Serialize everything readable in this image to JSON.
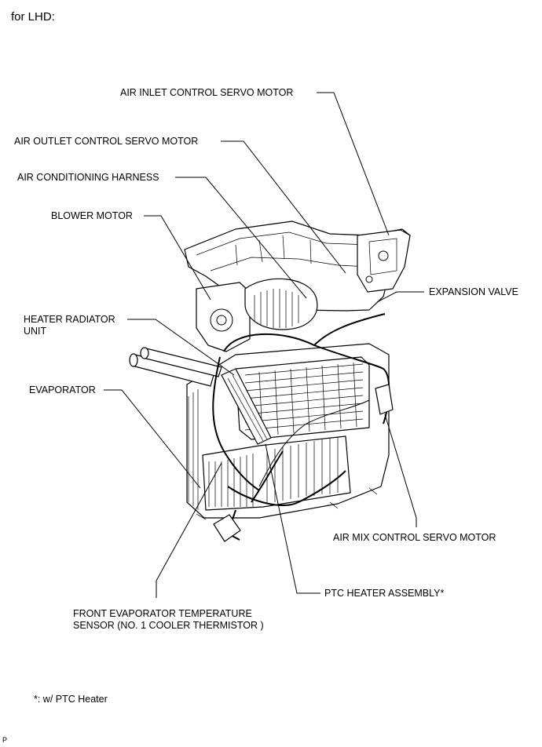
{
  "heading": "for LHD:",
  "footnote": "*: w/ PTC Heater",
  "corner_mark": "P",
  "labels": {
    "air_inlet": "AIR INLET CONTROL SERVO MOTOR",
    "air_outlet": "AIR OUTLET CONTROL SERVO MOTOR",
    "ac_harness": "AIR CONDITIONING HARNESS",
    "blower": "BLOWER MOTOR",
    "heater_radiator": "HEATER RADIATOR\nUNIT",
    "evaporator": "EVAPORATOR",
    "expansion_valve": "EXPANSION VALVE",
    "air_mix": "AIR MIX CONTROL SERVO MOTOR",
    "ptc_heater": "PTC HEATER ASSEMBLY*",
    "front_evap_sensor": "FRONT EVAPORATOR TEMPERATURE\nSENSOR (NO. 1 COOLER THERMISTOR )"
  }
}
